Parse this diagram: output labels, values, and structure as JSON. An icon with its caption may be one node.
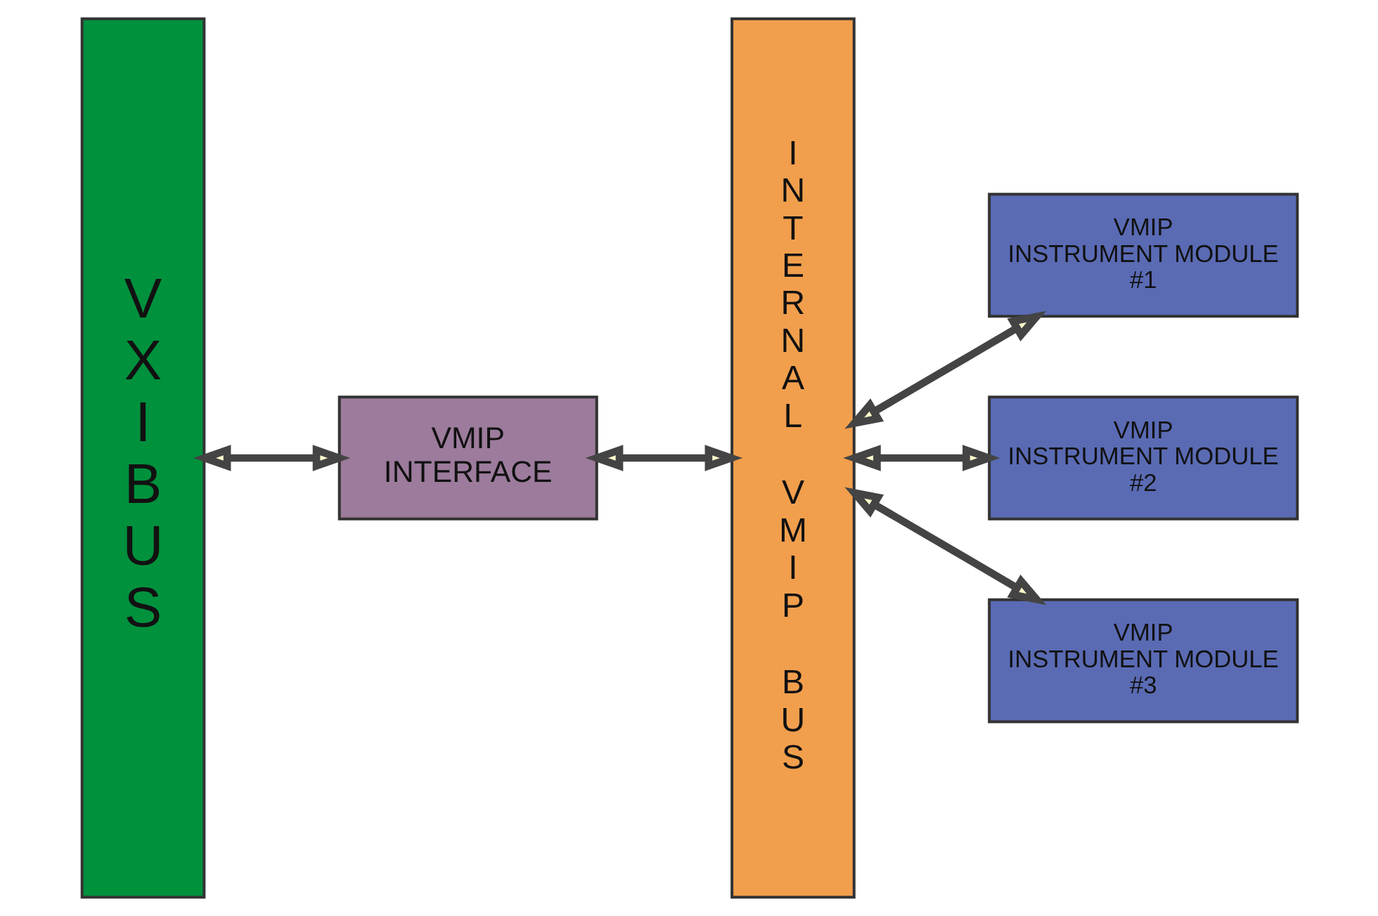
{
  "diagram": {
    "nodes": [
      {
        "text": [
          "VXIBUS"
        ]
      },
      {
        "text": [
          "VMIP INTERFACE"
        ]
      },
      {
        "text": [
          "INTERNAL VMIP BUS"
        ]
      },
      {
        "text": [
          "VMIP INSTRUMENT MODULE #1"
        ]
      },
      {
        "text": [
          "VMIP INSTRUMENT MODULE #2"
        ]
      },
      {
        "text": [
          "VMIP INSTRUMENT MODULE #3"
        ]
      }
    ],
    "edges": [
      {
        "from": 0,
        "to": 1,
        "arrow": "both"
      },
      {
        "from": 1,
        "to": 2,
        "arrow": "both"
      },
      {
        "from": 2,
        "to": 3,
        "arrow": "both"
      },
      {
        "from": 2,
        "to": 4,
        "arrow": "both"
      },
      {
        "from": 2,
        "to": 5,
        "arrow": "both"
      }
    ]
  }
}
